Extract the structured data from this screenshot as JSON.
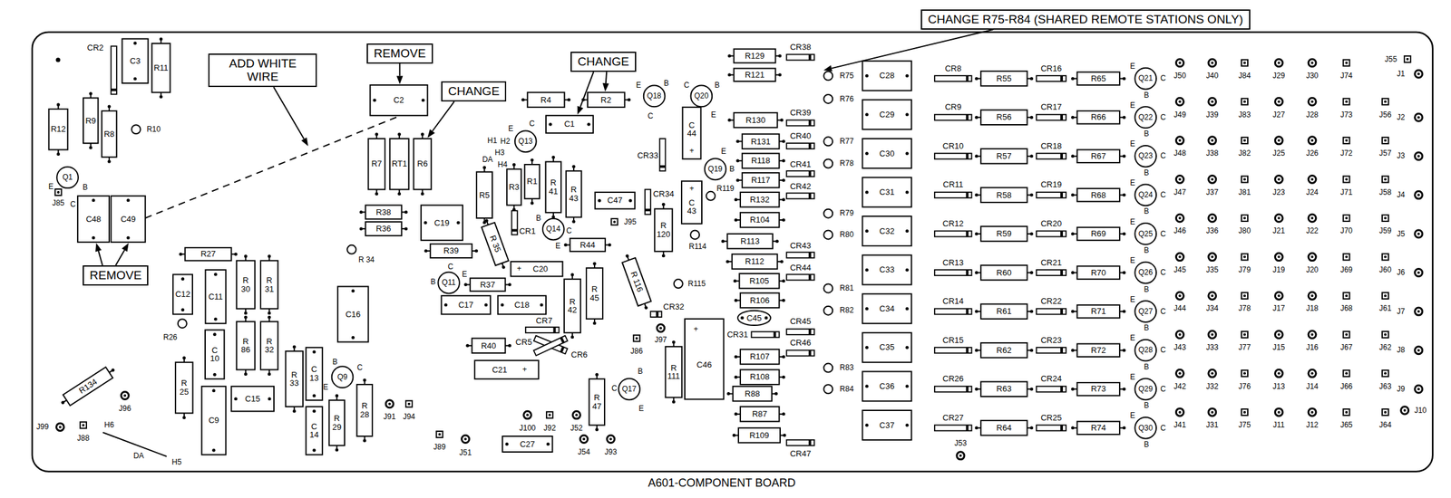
{
  "diagram": {
    "caption": "A601-COMPONENT BOARD",
    "nodes": [
      {
        "text": [
          "CHANGE R75-R84 (SHARED REMOTE STATIONS ONLY)"
        ]
      },
      {
        "text": [
          "REMOVE"
        ]
      },
      {
        "text": [
          "CHANGE"
        ]
      },
      {
        "text": [
          "ADD WHITE WIRE"
        ]
      },
      {
        "text": [
          "CHANGE"
        ]
      },
      {
        "text": [
          "REMOVE"
        ]
      }
    ],
    "labels": [
      "CR2",
      "C3",
      "R11",
      "R12",
      "R9",
      "R8",
      "R10",
      "Q1",
      "E",
      "B",
      "C",
      "J85",
      "C48",
      "C49",
      "R27",
      "C12",
      "C11",
      "R 30",
      "R 31",
      "R26",
      "C 10",
      "R 86",
      "R 32",
      "R 34",
      "C16",
      "R134",
      "J96",
      "R 25",
      "C9",
      "C15",
      "R 33",
      "C 13",
      "C 14",
      "Q9",
      "B",
      "C",
      "E",
      "R 29",
      "R 28",
      "J99",
      "J88",
      "H6",
      "DA",
      "H5",
      "J91",
      "J94",
      "J89",
      "J51",
      "C2",
      "R7",
      "RT1",
      "R6",
      "R38",
      "R36",
      "C19",
      "R39",
      "R4",
      "R2",
      "C1",
      "Q13",
      "E",
      "C",
      "H1",
      "H2",
      "H3",
      "DA",
      "H4",
      "R3",
      "R1",
      "R5",
      "CR1",
      "R 41",
      "R 43",
      "C47",
      "J95",
      "Q14",
      "B",
      "C",
      "E",
      "R 35",
      "R44",
      "C20",
      "+",
      "Q11",
      "C",
      "B",
      "E",
      "R37",
      "C17",
      "C18",
      "R 42",
      "R 45",
      "CR7",
      "CR5",
      "CR6",
      "R40",
      "C21",
      "+",
      "R 47",
      "Q17",
      "C",
      "E",
      "B",
      "J86",
      "J97",
      "J100",
      "J92",
      "J52",
      "C27",
      "J54",
      "J93",
      "Q18",
      "E",
      "B",
      "C",
      "Q20",
      "C",
      "B",
      "E",
      "C 44",
      "+",
      "CR33",
      "CR34",
      "Q19",
      "E",
      "B",
      "C 43",
      "+",
      "R119",
      "R114",
      "R 120",
      "R 116",
      "R115",
      "CR32",
      "C46",
      "+",
      "R 111",
      "R88",
      "R87",
      "R109",
      "R129",
      "R121",
      "CR38",
      "R75",
      "R76",
      "R130",
      "CR39",
      "R131",
      "CR40",
      "R77",
      "R118",
      "R78",
      "R117",
      "CR41",
      "R132",
      "CR42",
      "R104",
      "R79",
      "R113",
      "R80",
      "R112",
      "CR43",
      "R105",
      "CR44",
      "R106",
      "R81",
      "C45",
      "R82",
      "CR31",
      "CR45",
      "R107",
      "CR46",
      "R108",
      "R83",
      "R84",
      "CR47",
      "C28",
      "C29",
      "C30",
      "C31",
      "C32",
      "C33",
      "C34",
      "C35",
      "C36",
      "C37",
      "J53",
      "CR8",
      "R55",
      "CR16",
      "R65",
      "Q21",
      "E",
      "C",
      "B",
      "CR9",
      "R56",
      "CR17",
      "R66",
      "Q22",
      "E",
      "C",
      "B",
      "CR10",
      "R57",
      "CR18",
      "R67",
      "Q23",
      "E",
      "C",
      "B",
      "CR11",
      "R58",
      "CR19",
      "R68",
      "Q24",
      "E",
      "C",
      "B",
      "CR12",
      "R59",
      "CR20",
      "R69",
      "Q25",
      "E",
      "C",
      "B",
      "CR13",
      "R60",
      "CR21",
      "R70",
      "Q26",
      "E",
      "C",
      "B",
      "CR14",
      "R61",
      "CR22",
      "R71",
      "Q27",
      "E",
      "C",
      "B",
      "CR15",
      "R62",
      "CR23",
      "R72",
      "Q28",
      "E",
      "C",
      "B",
      "CR26",
      "R63",
      "CR24",
      "R73",
      "Q29",
      "E",
      "C",
      "B",
      "CR27",
      "R64",
      "CR25",
      "R74",
      "Q30",
      "E",
      "C",
      "B",
      "J50",
      "J40",
      "J84",
      "J29",
      "J30",
      "J74",
      "J55",
      "J1",
      "J49",
      "J39",
      "J83",
      "J27",
      "J28",
      "J73",
      "J56",
      "J2",
      "J48",
      "J38",
      "J82",
      "J25",
      "J26",
      "J72",
      "J57",
      "J3",
      "J47",
      "J37",
      "J81",
      "J23",
      "J24",
      "J71",
      "J58",
      "J4",
      "J46",
      "J36",
      "J80",
      "J21",
      "J22",
      "J70",
      "J59",
      "J5",
      "J45",
      "J35",
      "J79",
      "J19",
      "J20",
      "J69",
      "J60",
      "J6",
      "J44",
      "J34",
      "J78",
      "J17",
      "J18",
      "J68",
      "J61",
      "J7",
      "J43",
      "J33",
      "J77",
      "J15",
      "J16",
      "J67",
      "J62",
      "J8",
      "J42",
      "J32",
      "J76",
      "J13",
      "J14",
      "J66",
      "J63",
      "J9",
      "J41",
      "J31",
      "J75",
      "J11",
      "J12",
      "J65",
      "J64",
      "J10"
    ]
  }
}
